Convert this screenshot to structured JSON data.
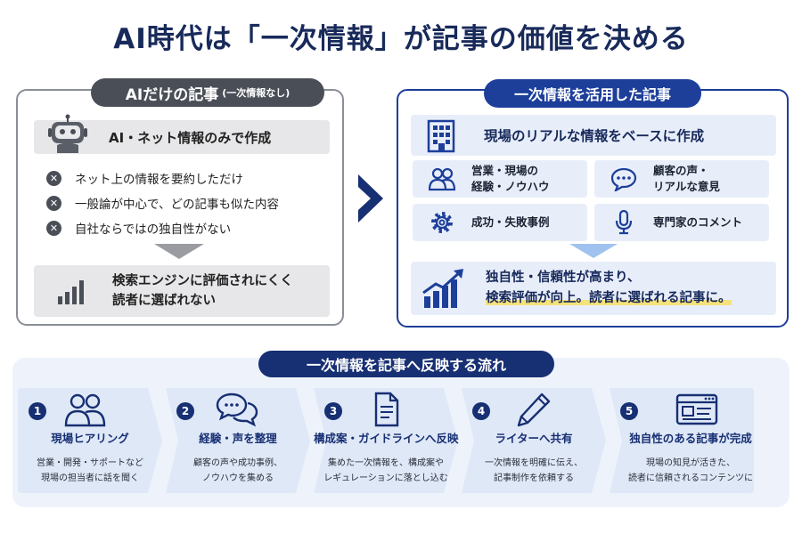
{
  "title": "AI時代は「一次情報」が記事の価値を決める",
  "left_panel": {
    "tag": "AIだけの記事",
    "tag_sub": "(一次情報なし)",
    "heading": "AI・ネット情報のみで作成",
    "heading_icon": "robot-icon",
    "bullets": [
      "ネット上の情報を要約しただけ",
      "一般論が中心で、どの記事も似た内容",
      "自社ならではの独自性がない"
    ],
    "result_line1": "検索エンジンに評価されにくく",
    "result_line2": "読者に選ばれない",
    "result_icon": "bar-chart-icon"
  },
  "right_panel": {
    "tag": "一次情報を活用した記事",
    "heading": "現場のリアルな情報をベースに作成",
    "heading_icon": "building-icon",
    "cells": [
      {
        "line1": "営業・現場の",
        "line2": "経験・ノウハウ",
        "icon": "people-icon"
      },
      {
        "line1": "顧客の声・",
        "line2": "リアルな意見",
        "icon": "speech-bubble-icon"
      },
      {
        "line1": "成功・失敗事例",
        "line2": "",
        "icon": "gear-icon"
      },
      {
        "line1": "専門家のコメント",
        "line2": "",
        "icon": "microphone-icon"
      }
    ],
    "result_line1": "独自性・信頼性が高まり、",
    "result_line2a": "検索評価が向上。",
    "result_line2b": "読者に選ばれる記事に。",
    "result_icon": "growth-chart-icon"
  },
  "flow": {
    "tag": "一次情報を記事へ反映する流れ",
    "steps": [
      {
        "num": "1",
        "title": "現場ヒアリング",
        "desc1": "営業・開発・サポートなど",
        "desc2": "現場の担当者に話を聞く",
        "icon": "people-icon"
      },
      {
        "num": "2",
        "title": "経験・声を整理",
        "desc1": "顧客の声や成功事例、",
        "desc2": "ノウハウを集める",
        "icon": "chat-bubbles-icon"
      },
      {
        "num": "3",
        "title": "構成案・ガイドラインへ反映",
        "desc1": "集めた一次情報を、構成案や",
        "desc2": "レギュレーションに落とし込む",
        "icon": "document-icon"
      },
      {
        "num": "4",
        "title": "ライターへ共有",
        "desc1": "一次情報を明確に伝え、",
        "desc2": "記事制作を依頼する",
        "icon": "pen-icon"
      },
      {
        "num": "5",
        "title": "独自性のある記事が完成",
        "desc1": "現場の知見が活きた、",
        "desc2": "読者に信頼されるコンテンツに",
        "icon": "browser-window-icon"
      }
    ]
  },
  "colors": {
    "navy": "#172f73",
    "blue": "#1d3f9a",
    "grey": "#4a4f57",
    "light_blue": "#e8eef9",
    "highlight": "#f6e27a"
  }
}
